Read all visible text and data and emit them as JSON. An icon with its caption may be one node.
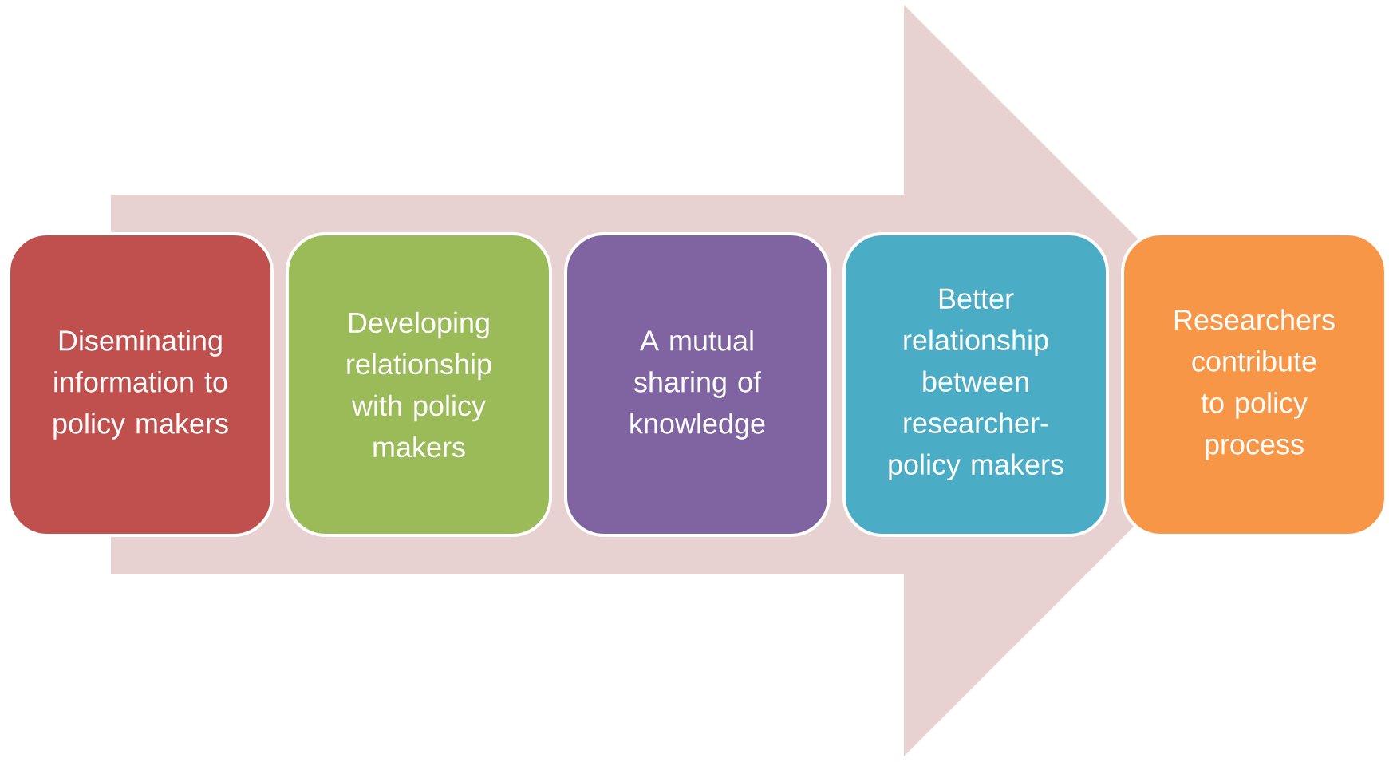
{
  "diagram": {
    "nodes": [
      {
        "text": [
          "Diseminating information to policy makers"
        ]
      },
      {
        "text": [
          "Developing relationship with policy makers"
        ]
      },
      {
        "text": [
          "A mutual sharing of knowledge"
        ]
      },
      {
        "text": [
          "Better relationship between researcher-policy makers"
        ]
      },
      {
        "text": [
          "Researchers contribute to policy process"
        ]
      }
    ],
    "edges": [
      {
        "from": 0,
        "to": 4,
        "arrow": "to"
      }
    ]
  }
}
